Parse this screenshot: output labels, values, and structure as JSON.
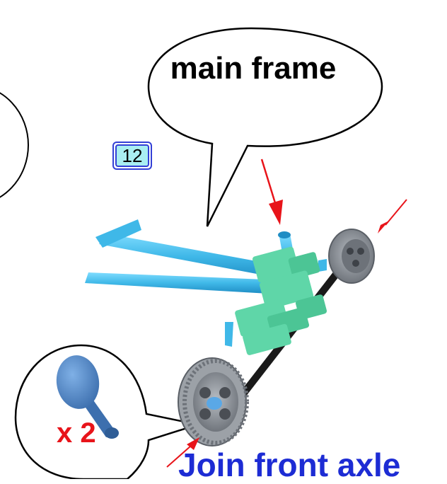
{
  "step_number": "12",
  "callout_label": "main frame",
  "parts_quantity": "x 2",
  "caption": "Join front axle",
  "colors": {
    "callout_text": "#000000",
    "quantity_text": "#e8141a",
    "caption_text": "#1d2cd4",
    "arrow": "#e8141a",
    "step_badge_fill": "#a9eef2",
    "step_badge_border": "#3340d6",
    "frame_rod": "#3fb8e8",
    "connector": "#5fd6a8",
    "wheel": "#8a8f96",
    "part_peg": "#4d86c8"
  }
}
